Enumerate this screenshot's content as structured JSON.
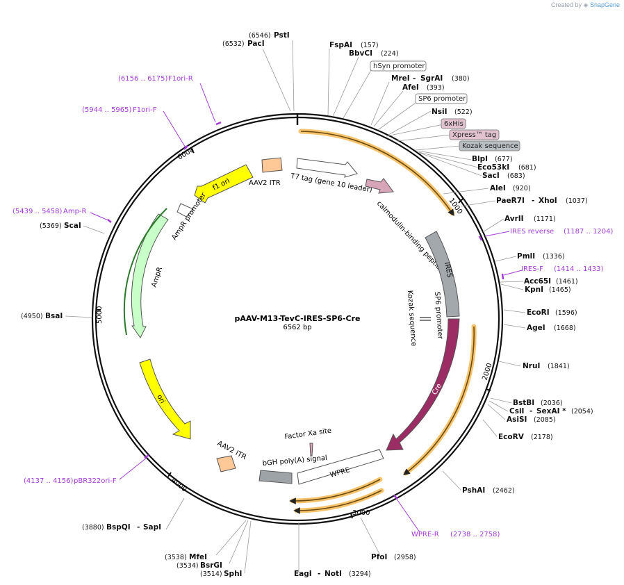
{
  "attribution": {
    "prefix": "Created by",
    "brand": "SnapGene"
  },
  "plasmid": {
    "name": "pAAV-M13-TevC-IRES-SP6-Cre",
    "size_label": "6562 bp",
    "length_bp": 6562
  },
  "ticks": [
    {
      "bp": 1000,
      "label": "1000"
    },
    {
      "bp": 2000,
      "label": "2000"
    },
    {
      "bp": 3000,
      "label": "3000"
    },
    {
      "bp": 4000,
      "label": "4000"
    },
    {
      "bp": 5000,
      "label": "5000"
    },
    {
      "bp": 6000,
      "label": "6000"
    }
  ],
  "sites": [
    {
      "name": "PstI",
      "pos": "(6546)"
    },
    {
      "name": "PacI",
      "pos": "(6532)"
    },
    {
      "name": "FspAI",
      "pos": "(157)"
    },
    {
      "name": "BbvCI",
      "pos": "(224)"
    },
    {
      "name": "MreI",
      "name2": "SgrAI",
      "pos": "(380)"
    },
    {
      "name": "AfeI",
      "pos": "(393)"
    },
    {
      "name": "NsiI",
      "pos": "(522)"
    },
    {
      "name": "BlpI",
      "pos": "(677)"
    },
    {
      "name": "Eco53kI",
      "pos": "(681)"
    },
    {
      "name": "SacI",
      "pos": "(683)"
    },
    {
      "name": "AleI",
      "pos": "(920)"
    },
    {
      "name": "PaeR7I",
      "name2": "XhoI",
      "pos": "(1037)"
    },
    {
      "name": "AvrII",
      "pos": "(1171)"
    },
    {
      "name": "PmlI",
      "pos": "(1336)"
    },
    {
      "name": "Acc65I",
      "pos": "(1461)"
    },
    {
      "name": "KpnI",
      "pos": "(1465)"
    },
    {
      "name": "EcoRI",
      "pos": "(1596)"
    },
    {
      "name": "AgeI",
      "pos": "(1668)"
    },
    {
      "name": "NruI",
      "pos": "(1841)"
    },
    {
      "name": "BstBI",
      "pos": "(2036)"
    },
    {
      "name": "CsiI",
      "name2": "SexAI *",
      "pos": "(2054)"
    },
    {
      "name": "AsiSI",
      "pos": "(2085)"
    },
    {
      "name": "EcoRV",
      "pos": "(2178)"
    },
    {
      "name": "PshAI",
      "pos": "(2462)"
    },
    {
      "name": "PfoI",
      "pos": "(2958)"
    },
    {
      "name": "EagI",
      "name2": "NotI",
      "pos": "(3294)"
    },
    {
      "name": "SphI",
      "pos": "(3514)"
    },
    {
      "name": "BsrGI",
      "pos": "(3534)"
    },
    {
      "name": "MfeI",
      "pos": "(3538)"
    },
    {
      "name": "BspQI",
      "name2": "SapI",
      "pos": "(3880)"
    },
    {
      "name": "BsaI",
      "pos": "(4950)"
    },
    {
      "name": "ScaI",
      "pos": "(5369)"
    }
  ],
  "primers": [
    {
      "name": "F1ori-R",
      "range": "(6156 .. 6175)"
    },
    {
      "name": "F1ori-F",
      "range": "(5944 .. 5965)"
    },
    {
      "name": "Amp-R",
      "range": "(5439 .. 5458)"
    },
    {
      "name": "IRES reverse",
      "range": "(1187 .. 1204)"
    },
    {
      "name": "IRES-F",
      "range": "(1414 .. 1433)"
    },
    {
      "name": "WPRE-R",
      "range": "(2738 .. 2758)"
    },
    {
      "name": "pBR322ori-F",
      "range": "(4137 .. 4156)"
    }
  ],
  "boxed_labels": [
    {
      "text": "hSyn promoter",
      "fill": "#ffffff"
    },
    {
      "text": "SP6 promoter",
      "fill": "#ffffff"
    },
    {
      "text": "6xHis",
      "fill": "#e3c2cf"
    },
    {
      "text": "Xpress™ tag",
      "fill": "#e3c2cf"
    },
    {
      "text": "Kozak sequence",
      "fill": "#b9bec3"
    }
  ],
  "features": [
    {
      "name": "f1 ori",
      "color": "#ffff00"
    },
    {
      "name": "AAV2 ITR",
      "color": "#ffc896"
    },
    {
      "name": "T7 tag (gene 10 leader)",
      "color": "#ffffff"
    },
    {
      "name": "calmodulin-binding peptide",
      "color": "#d7a4b8"
    },
    {
      "name": "IRES",
      "color": "#a3a8ad"
    },
    {
      "name": "SP6 promoter",
      "color": "#ffffff"
    },
    {
      "name": "Kozak sequence",
      "color": "#a3a8ad"
    },
    {
      "name": "Cre",
      "color": "#9b2d64"
    },
    {
      "name": "WPRE",
      "color": "#ffffff"
    },
    {
      "name": "bGH poly(A) signal",
      "color": "#9ea3a8"
    },
    {
      "name": "Factor Xa site",
      "color": "#d7a4b8"
    },
    {
      "name": "AAV2 ITR",
      "color": "#ffc896"
    },
    {
      "name": "ori",
      "color": "#ffff00"
    },
    {
      "name": "AmpR",
      "color": "#c8ffc8"
    },
    {
      "name": "AmpR promoter",
      "color": "#ffffff"
    }
  ],
  "colors": {
    "primer": "#a23bd6",
    "orf_highlight": "#f7c46e",
    "backbone": "#111111"
  }
}
